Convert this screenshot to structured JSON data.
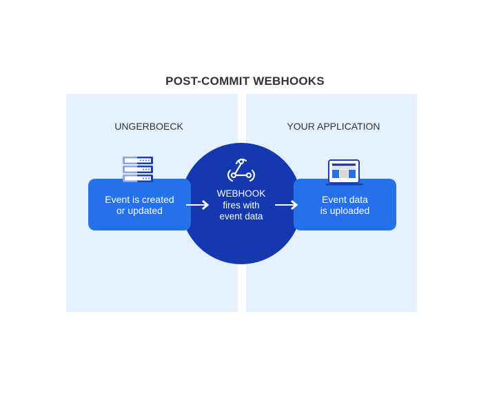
{
  "diagram": {
    "title": "POST-COMMIT WEBHOOKS",
    "panels": [
      {
        "label": "UNGERBOECK"
      },
      {
        "label": "YOUR APPLICATION"
      }
    ],
    "steps": [
      {
        "icon": "server-icon",
        "lines": [
          "Event is created",
          "or updated"
        ]
      },
      {
        "icon": "webhook-icon",
        "lines": [
          "WEBHOOK",
          "fires with",
          "event data"
        ]
      },
      {
        "icon": "laptop-icon",
        "lines": [
          "Event data",
          "is uploaded"
        ]
      }
    ],
    "flow": [
      "Event is created or updated",
      "WEBHOOK fires with event data",
      "Event data is uploaded"
    ],
    "colors": {
      "panel_bg": "#e4f0fd",
      "step_box": "#2571ec",
      "webhook_circle": "#1438b0",
      "text_dark": "#333333",
      "text_light": "#ffffff"
    }
  }
}
